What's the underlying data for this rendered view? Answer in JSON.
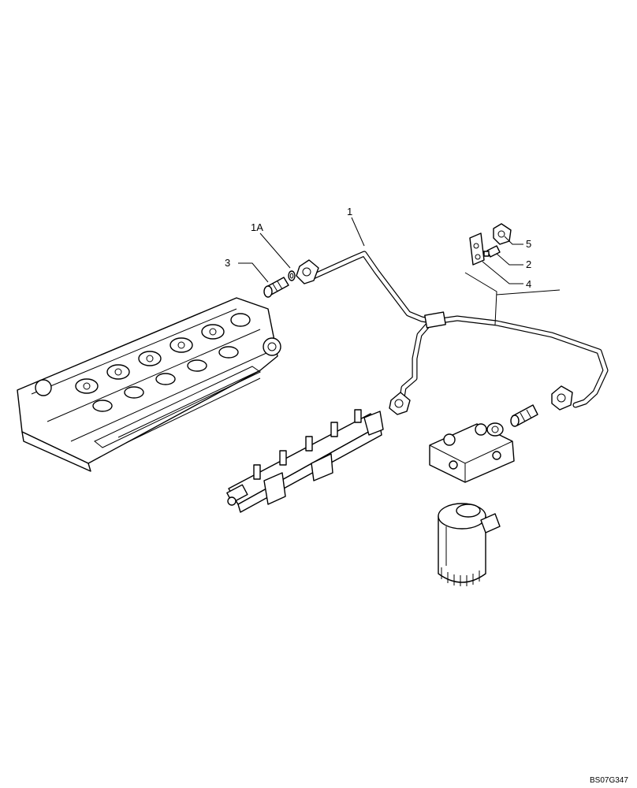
{
  "callouts": {
    "c1": "1",
    "c1a": "1A",
    "c2": "2",
    "c3": "3",
    "c4": "4",
    "c5": "5"
  },
  "drawing_id": "BS07G347",
  "colors": {
    "line": "#000000",
    "background": "#ffffff"
  }
}
